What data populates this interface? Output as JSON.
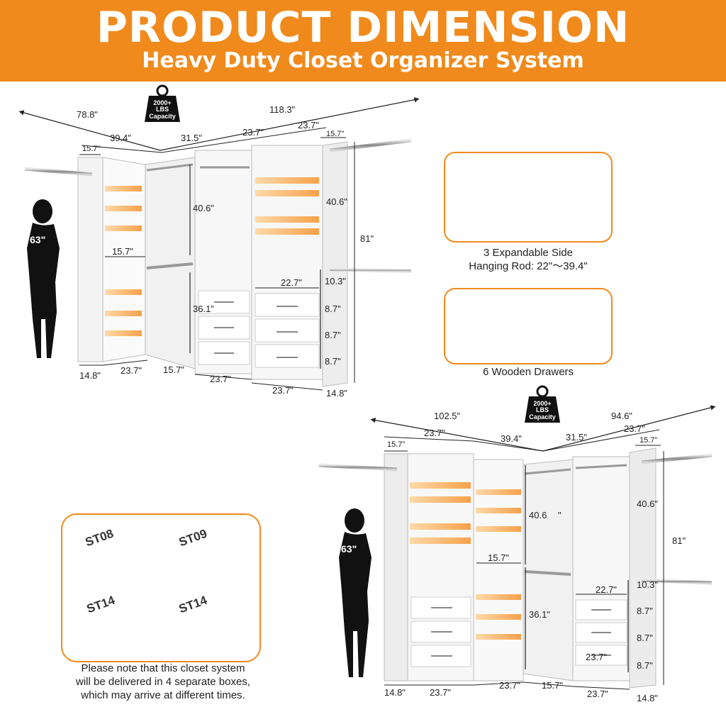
{
  "banner": {
    "title": "PRODUCT DIMENSION",
    "subtitle": "Heavy Duty Closet Organizer System"
  },
  "top_closet": {
    "weight_badge": [
      "2000+",
      "LBS",
      "Capacity"
    ],
    "person_height": "63\"",
    "dims": {
      "overall_left": "78.8\"",
      "overall_right": "118.3\"",
      "w_39_4": "39.4\"",
      "w_31_5": "31.5\"",
      "w_23_7_a": "23.7\"",
      "w_23_7_b": "23.7\"",
      "d_15_7_left": "15.7\"",
      "d_15_7_right": "15.7\"",
      "h_40_6_center": "40.6\"",
      "h_40_6_right": "40.6\"",
      "h_81": "81\"",
      "shelf_15_7": "15.7\"",
      "shelf_22_7": "22.7\"",
      "h_10_3": "10.3\"",
      "h_36_1": "36.1\"",
      "h_8_7_a": "8.7\"",
      "h_8_7_b": "8.7\"",
      "h_8_7_c": "8.7\"",
      "bottom_14_8_left": "14.8\"",
      "bottom_23_7_a": "23.7\"",
      "bottom_15_7": "15.7\"",
      "bottom_23_7_b": "23.7\"",
      "bottom_23_7_c": "23.7\"",
      "bottom_14_8_right": "14.8\""
    }
  },
  "features": {
    "rod_caption": [
      "3 Expandable Side",
      "Hanging Rod: 22\"～39.4\""
    ],
    "drawer_caption": "6 Wooden Drawers"
  },
  "bottom_closet": {
    "weight_badge": [
      "2000+",
      "LBS",
      "Capacity"
    ],
    "person_height": "63\"",
    "dims": {
      "overall_left": "102.5\"",
      "overall_right": "94.6\"",
      "w_23_7_top": "23.7\"",
      "w_39_4": "39.4\"",
      "w_31_5": "31.5\"",
      "w_23_7_right": "23.7\"",
      "d_15_7_left": "15.7\"",
      "d_15_7_right": "15.7\"",
      "h_40_6_center": "40.6",
      "h_40_6_center_unit": "\"",
      "h_40_6_right": "40.6\"",
      "h_81": "81\"",
      "shelf_15_7": "15.7\"",
      "shelf_22_7": "22.7\"",
      "h_10_3": "10.3\"",
      "h_36_1": "36.1\"",
      "h_8_7_a": "8.7\"",
      "h_8_7_b": "8.7\"",
      "h_8_7_c": "8.7\"",
      "inner_23_7": "23.7\"",
      "bottom_14_8_left": "14.8\"",
      "bottom_23_7_a": "23.7\"",
      "bottom_23_7_b": "23.7\"",
      "bottom_15_7": "15.7\"",
      "bottom_23_7_c": "23.7\"",
      "bottom_14_8_right": "14.8\""
    }
  },
  "boxes": {
    "labels": [
      "ST08",
      "ST09",
      "ST14",
      "ST14"
    ],
    "note": [
      "Please note that this closet system",
      "will be delivered in 4 separate boxes,",
      "which may arrive at different times."
    ]
  },
  "colors": {
    "accent": "#f08a1c",
    "cardboard": "#d9b07a"
  }
}
